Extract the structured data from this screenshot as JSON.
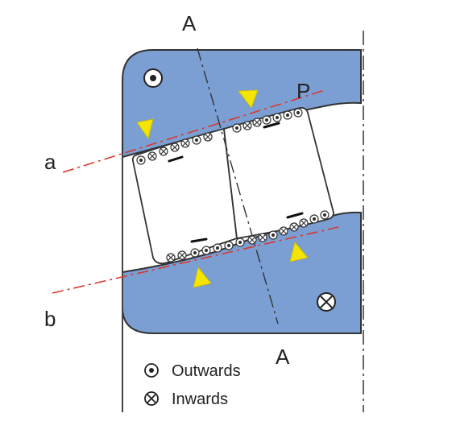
{
  "labels": {
    "axis_top": "A",
    "axis_bottom": "A",
    "line_a": "a",
    "line_b": "b",
    "point_p": "P"
  },
  "legend": [
    {
      "symbol": "dot-circle-icon",
      "label": "Outwards"
    },
    {
      "symbol": "cross-circle-icon",
      "label": "Inwards"
    }
  ],
  "colors": {
    "body_fill": "#7b9fd3",
    "outline": "#333333",
    "contact_line": "#d9382e",
    "marker": "#f4e400"
  }
}
